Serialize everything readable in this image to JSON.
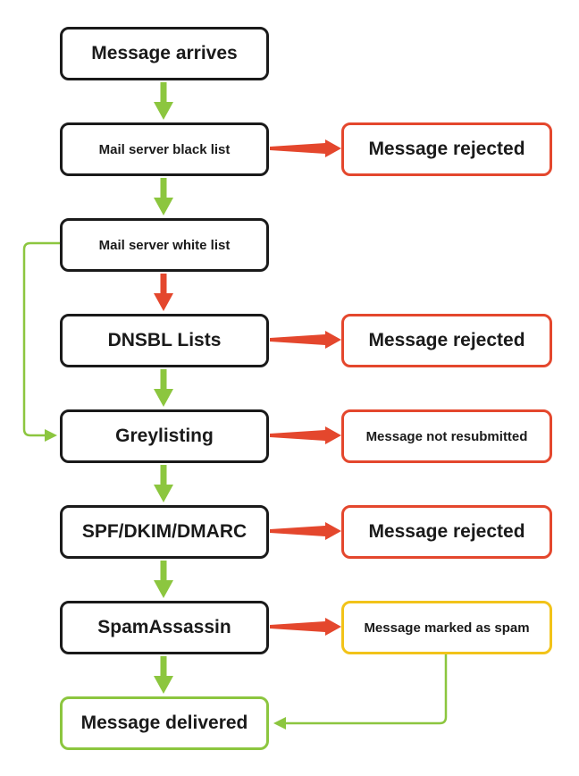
{
  "colors": {
    "default_border": "#1a1a1a",
    "pass_arrow": "#8cc63f",
    "reject_arrow": "#e4472d",
    "spam_border": "#f2c319",
    "delivered_border": "#8cc63f"
  },
  "steps": {
    "arrives": "Message arrives",
    "blacklist": "Mail server black list",
    "whitelist": "Mail server white list",
    "dnsbl": "DNSBL Lists",
    "greylisting": "Greylisting",
    "spf": "SPF/DKIM/DMARC",
    "spamassassin": "SpamAssassin",
    "delivered": "Message delivered"
  },
  "outcomes": {
    "blacklist_rejected": "Message rejected",
    "dnsbl_rejected": "Message rejected",
    "greylisting_not_resubmitted": "Message not resubmitted",
    "spf_rejected": "Message rejected",
    "spam_marked": "Message marked as spam"
  }
}
